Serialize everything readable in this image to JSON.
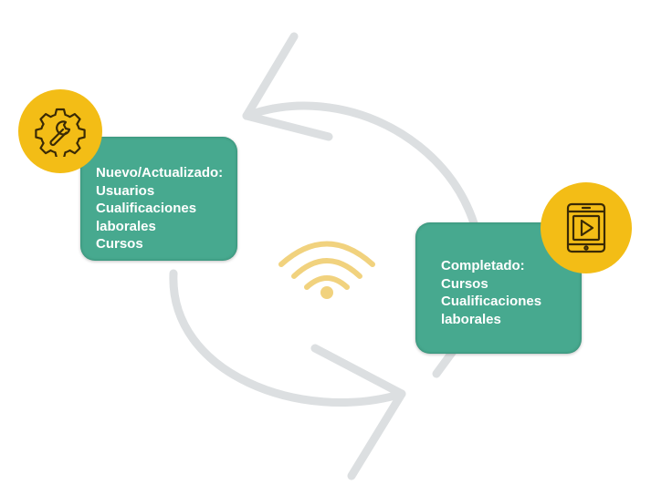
{
  "colors": {
    "card_fill": "#47a98f",
    "badge_fill": "#f3bd16",
    "cycle_arrows": "#dcdfe1",
    "wifi": "#f1d27e",
    "icon_stroke": "#3a2a05"
  },
  "icons": {
    "left_badge": "gear-wrench-icon",
    "right_badge": "tablet-play-icon",
    "center": "wifi-icon"
  },
  "left_card": {
    "heading": "Nuevo/Actualizado:",
    "items": [
      "Usuarios",
      "Cualificaciones",
      "laborales",
      "Cursos"
    ]
  },
  "right_card": {
    "heading": "Completado:",
    "items": [
      "Cursos",
      "Cualificaciones",
      "laborales"
    ]
  }
}
